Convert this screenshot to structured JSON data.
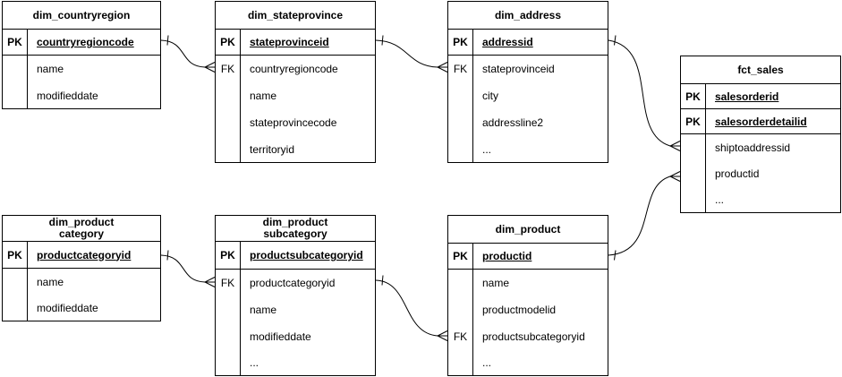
{
  "diagram": {
    "background_color": "#ffffff",
    "line_color": "#000000",
    "tables": {
      "dim_countryregion": {
        "title": "dim_countryregion",
        "rows": [
          {
            "key": "PK",
            "field": "countryregioncode"
          },
          {
            "key": "",
            "field": "name"
          },
          {
            "key": "",
            "field": "modifieddate"
          }
        ]
      },
      "dim_stateprovince": {
        "title": "dim_stateprovince",
        "rows": [
          {
            "key": "PK",
            "field": "stateprovinceid"
          },
          {
            "key": "FK",
            "field": "countryregioncode"
          },
          {
            "key": "",
            "field": "name"
          },
          {
            "key": "",
            "field": "stateprovincecode"
          },
          {
            "key": "",
            "field": "territoryid"
          }
        ]
      },
      "dim_address": {
        "title": "dim_address",
        "rows": [
          {
            "key": "PK",
            "field": "addressid"
          },
          {
            "key": "FK",
            "field": "stateprovinceid"
          },
          {
            "key": "",
            "field": "city"
          },
          {
            "key": "",
            "field": "addressline2"
          },
          {
            "key": "",
            "field": "..."
          }
        ]
      },
      "fct_sales": {
        "title": "fct_sales",
        "rows": [
          {
            "key": "PK",
            "field": "salesorderid"
          },
          {
            "key": "PK",
            "field": "salesorderdetailid"
          },
          {
            "key": "",
            "field": "shiptoaddressid"
          },
          {
            "key": "",
            "field": "productid"
          },
          {
            "key": "",
            "field": "..."
          }
        ]
      },
      "dim_productcategory": {
        "title": "dim_product\ncategory",
        "rows": [
          {
            "key": "PK",
            "field": "productcategoryid"
          },
          {
            "key": "",
            "field": "name"
          },
          {
            "key": "",
            "field": "modifieddate"
          }
        ]
      },
      "dim_productsubcategory": {
        "title": "dim_product\nsubcategory",
        "rows": [
          {
            "key": "PK",
            "field": "productsubcategoryid"
          },
          {
            "key": "FK",
            "field": "productcategoryid"
          },
          {
            "key": "",
            "field": "name"
          },
          {
            "key": "",
            "field": "modifieddate"
          },
          {
            "key": "",
            "field": "..."
          }
        ]
      },
      "dim_product": {
        "title": "dim_product",
        "rows": [
          {
            "key": "PK",
            "field": "productid"
          },
          {
            "key": "",
            "field": "name"
          },
          {
            "key": "",
            "field": "productmodelid"
          },
          {
            "key": "FK",
            "field": "productsubcategoryid"
          },
          {
            "key": "",
            "field": "..."
          }
        ]
      }
    },
    "relationships": [
      {
        "from": "dim_countryregion.countryregioncode",
        "to": "dim_stateprovince.countryregioncode",
        "cardinality": "one-to-many"
      },
      {
        "from": "dim_stateprovince.stateprovinceid",
        "to": "dim_address.stateprovinceid",
        "cardinality": "one-to-many"
      },
      {
        "from": "dim_address.addressid",
        "to": "fct_sales.shiptoaddressid",
        "cardinality": "one-to-many"
      },
      {
        "from": "dim_product.productid",
        "to": "fct_sales.productid",
        "cardinality": "one-to-many"
      },
      {
        "from": "dim_productcategory.productcategoryid",
        "to": "dim_productsubcategory.productcategoryid",
        "cardinality": "one-to-many"
      },
      {
        "from": "dim_productsubcategory.productsubcategoryid",
        "to": "dim_product.productsubcategoryid",
        "cardinality": "one-to-many"
      }
    ]
  }
}
